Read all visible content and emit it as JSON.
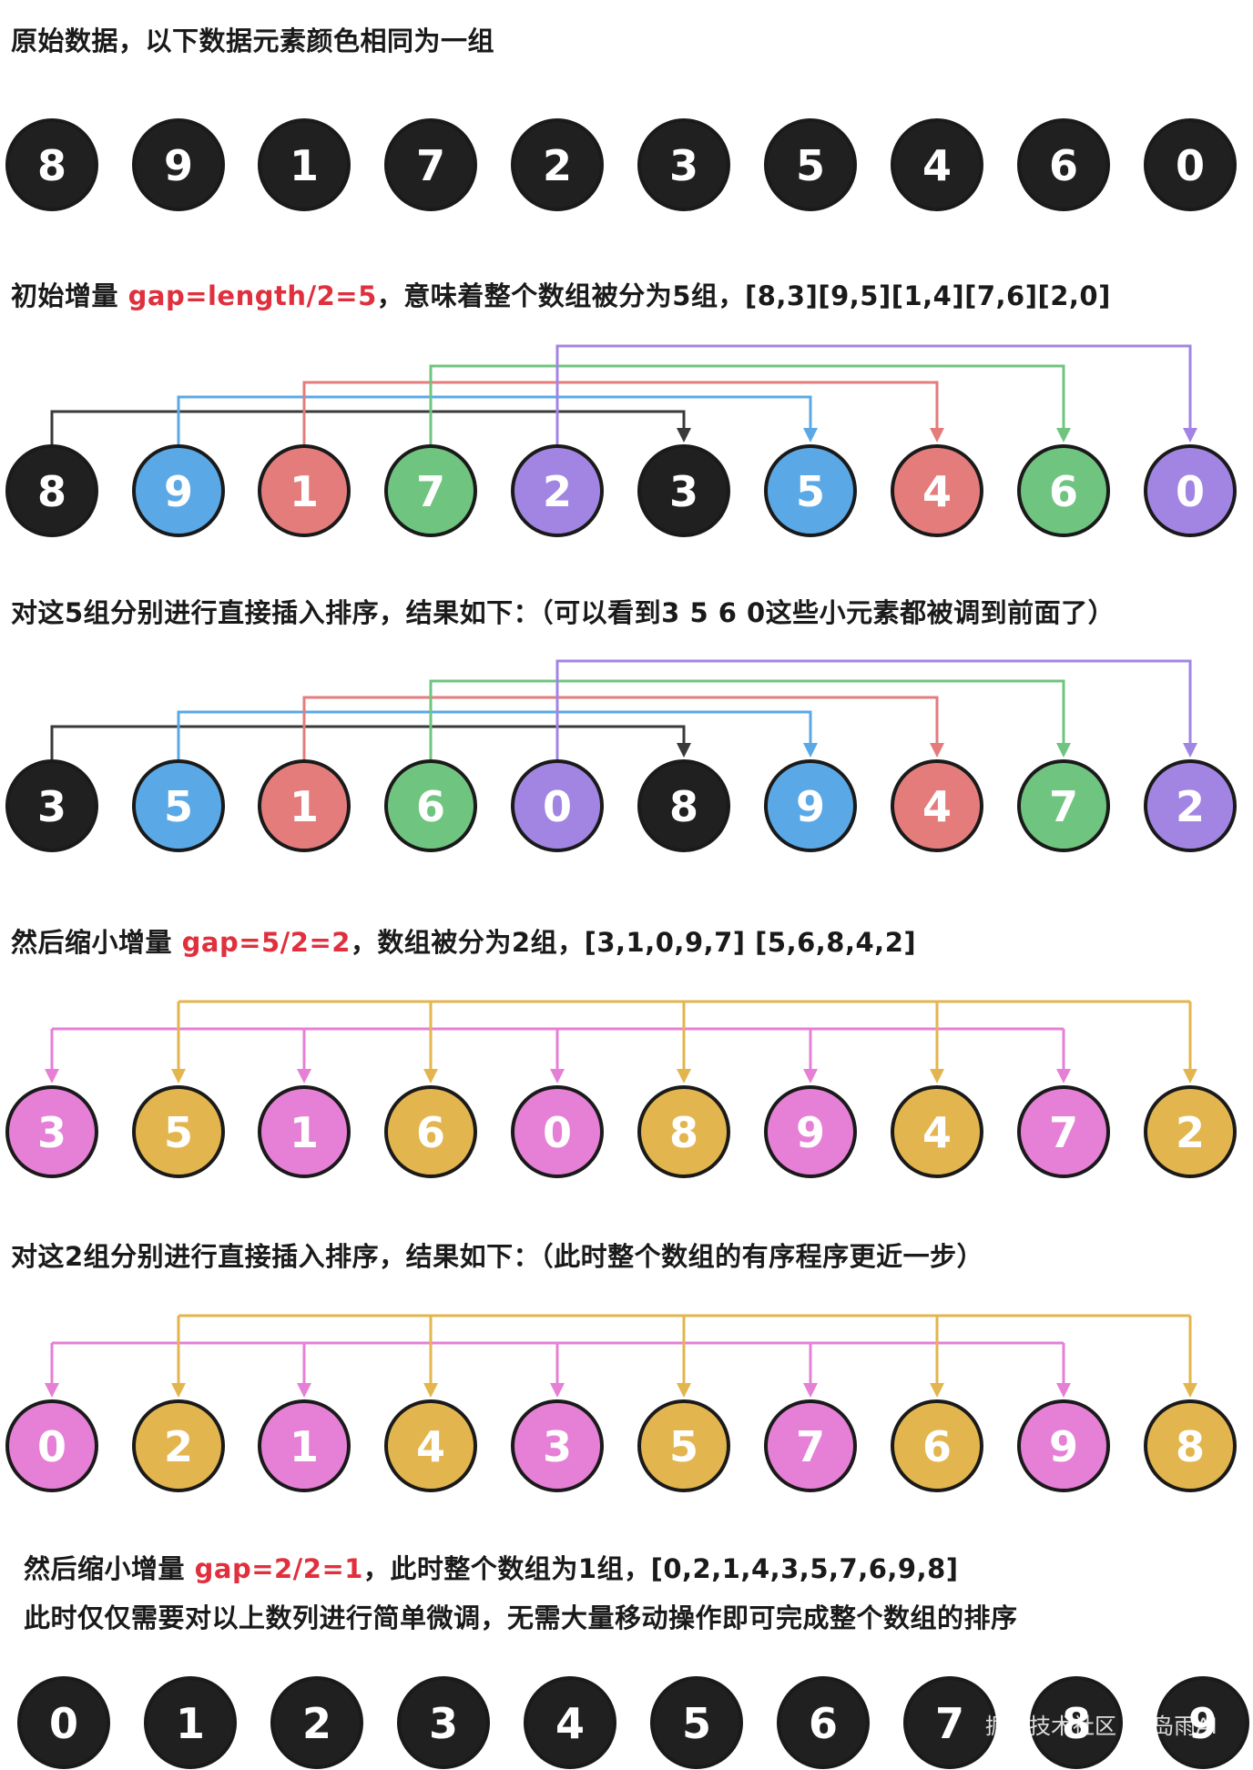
{
  "captions": {
    "c1": {
      "text": "原始数据，以下数据元素颜色相同为一组"
    },
    "c2": {
      "pre": "初始增量 ",
      "hl": "gap=length/2=5",
      "post": "，意味着整个数组被分为5组，[8,3][9,5][1,4][7,6][2,0]"
    },
    "c3": {
      "text": "对这5组分别进行直接插入排序，结果如下：（可以看到3 5 6 0这些小元素都被调到前面了）"
    },
    "c4": {
      "pre": "然后缩小增量 ",
      "hl": "gap=5/2=2",
      "post": "，数组被分为2组，[3,1,0,9,7] [5,6,8,4,2]"
    },
    "c5": {
      "text": "对这2组分别进行直接插入排序，结果如下：（此时整个数组的有序程序更近一步）"
    },
    "c6": {
      "pre": "然后缩小增量 ",
      "hl": "gap=2/2=1",
      "post": "，此时整个数组为1组，[0,2,1,4,3,5,7,6,9,8]"
    },
    "c7": {
      "text": "此时仅仅需要对以上数列进行简单微调，无需大量移动操作即可完成整个数组的排序"
    }
  },
  "colors": {
    "black": "#202020",
    "blue": "#5aa9e6",
    "red": "#e47c7c",
    "green": "#6fc47f",
    "purple": "#a285e3",
    "pink": "#e67fd6",
    "gold": "#e3b54e",
    "line_black": "#3a3a3a",
    "highlight": "#e0303e"
  },
  "rows": [
    {
      "values": [
        "8",
        "9",
        "1",
        "7",
        "2",
        "3",
        "5",
        "4",
        "6",
        "0"
      ],
      "colors": [
        "black",
        "black",
        "black",
        "black",
        "black",
        "black",
        "black",
        "black",
        "black",
        "black"
      ],
      "gap": 0
    },
    {
      "values": [
        "8",
        "9",
        "1",
        "7",
        "2",
        "3",
        "5",
        "4",
        "6",
        "0"
      ],
      "colors": [
        "black",
        "blue",
        "red",
        "green",
        "purple",
        "black",
        "blue",
        "red",
        "green",
        "purple"
      ],
      "gap": 5
    },
    {
      "values": [
        "3",
        "5",
        "1",
        "6",
        "0",
        "8",
        "9",
        "4",
        "7",
        "2"
      ],
      "colors": [
        "black",
        "blue",
        "red",
        "green",
        "purple",
        "black",
        "blue",
        "red",
        "green",
        "purple"
      ],
      "gap": 5
    },
    {
      "values": [
        "3",
        "5",
        "1",
        "6",
        "0",
        "8",
        "9",
        "4",
        "7",
        "2"
      ],
      "colors": [
        "pink",
        "gold",
        "pink",
        "gold",
        "pink",
        "gold",
        "pink",
        "gold",
        "pink",
        "gold"
      ],
      "gap": 2
    },
    {
      "values": [
        "0",
        "2",
        "1",
        "4",
        "3",
        "5",
        "7",
        "6",
        "9",
        "8"
      ],
      "colors": [
        "pink",
        "gold",
        "pink",
        "gold",
        "pink",
        "gold",
        "pink",
        "gold",
        "pink",
        "gold"
      ],
      "gap": 2
    },
    {
      "values": [
        "0",
        "1",
        "2",
        "3",
        "4",
        "5",
        "6",
        "7",
        "8",
        "9"
      ],
      "colors": [
        "black",
        "black",
        "black",
        "black",
        "black",
        "black",
        "black",
        "black",
        "black",
        "black"
      ],
      "gap": 0
    }
  ],
  "watermark": "掘金技术社区 @ 岛雨AI"
}
